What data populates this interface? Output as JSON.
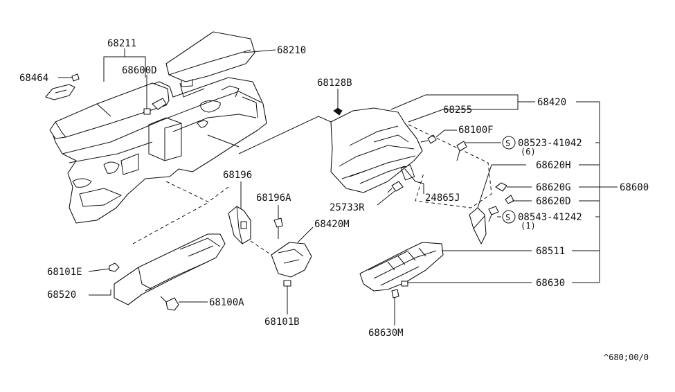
{
  "diagram": {
    "catalog_ref": "^680;00/0",
    "labels": {
      "p68211": "68211",
      "p68210": "68210",
      "p68464": "68464",
      "p68600D": "68600D",
      "p68128B": "68128B",
      "p68420": "68420",
      "p68255": "68255",
      "p68100F": "68100F",
      "p08523": "08523-41042",
      "p08523_qty": "(6)",
      "p68620H": "68620H",
      "p68620G": "68620G",
      "p68600": "68600",
      "p68620D": "68620D",
      "p08543": "08543-41242",
      "p08543_qty": "(1)",
      "p68196": "68196",
      "p68196A": "68196A",
      "p24865J": "24865J",
      "p25733R": "25733R",
      "p68420M": "68420M",
      "p68511": "68511",
      "p68630": "68630",
      "p68101E": "68101E",
      "p68520": "68520",
      "p68100A": "68100A",
      "p68101B": "68101B",
      "p68630M": "68630M",
      "screw_symbol": "S"
    }
  }
}
